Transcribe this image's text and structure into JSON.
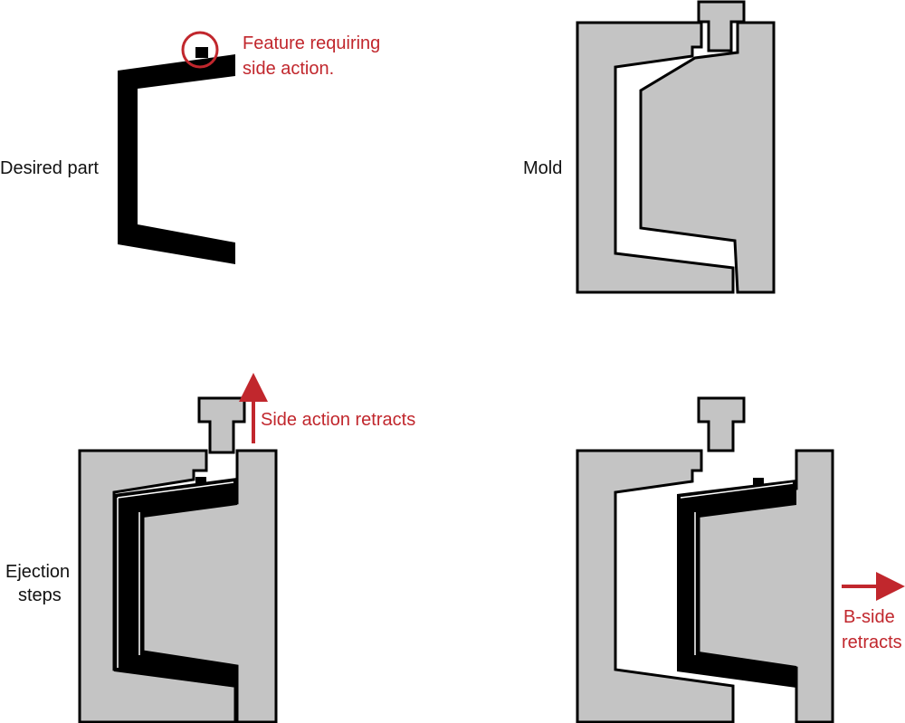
{
  "labels": {
    "desired_part": "Desired part",
    "mold": "Mold",
    "ejection_line1": "Ejection",
    "ejection_line2": "steps",
    "feature_line1": "Feature requiring",
    "feature_line2": "side action.",
    "side_action": "Side action retracts",
    "bside_line1": "B-side",
    "bside_line2": "retracts"
  },
  "colors": {
    "mold_gray": "#c4c4c4",
    "annotation_red": "#c1272d",
    "part_black": "#000000"
  }
}
